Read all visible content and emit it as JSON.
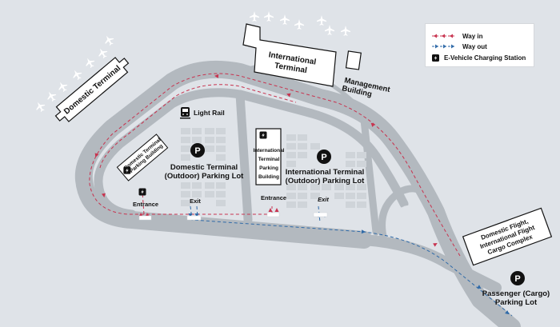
{
  "legend": {
    "way_in": "Way in",
    "way_out": "Way out",
    "charging": "E-Vehicle Charging Station"
  },
  "colors": {
    "way_in": "#c8334f",
    "way_out": "#2f6aa8",
    "road": "#b3b9bf",
    "ground": "#dfe3e8",
    "lot": "#cfd4d9",
    "building_border": "#111111"
  },
  "labels": {
    "domestic_terminal": "Domestic Terminal",
    "international_terminal_1": "International",
    "international_terminal_2": "Terminal",
    "management_1": "Management",
    "management_2": "Building",
    "light_rail": "Light Rail",
    "domestic_parking_building_1": "Domestic Terminal",
    "domestic_parking_building_2": "Parking Building",
    "domestic_lot_1": "Domestic Terminal",
    "domestic_lot_2": "(Outdoor) Parking Lot",
    "intl_parking_building_1": "International",
    "intl_parking_building_2": "Terminal",
    "intl_parking_building_3": "Parking",
    "intl_parking_building_4": "Building",
    "intl_lot_1": "International Terminal",
    "intl_lot_2": "(Outdoor) Parking Lot",
    "entrance_left": "Entrance",
    "exit_left": "Exit",
    "entrance_mid": "Entrance",
    "exit_mid": "Exit",
    "cargo_complex_1": "Domestic Flight,",
    "cargo_complex_2": "International Flight",
    "cargo_complex_3": "Cargo Complex",
    "cargo_lot_1": "Passenger (Cargo)",
    "cargo_lot_2": "Parking Lot",
    "parking_symbol": "P"
  }
}
